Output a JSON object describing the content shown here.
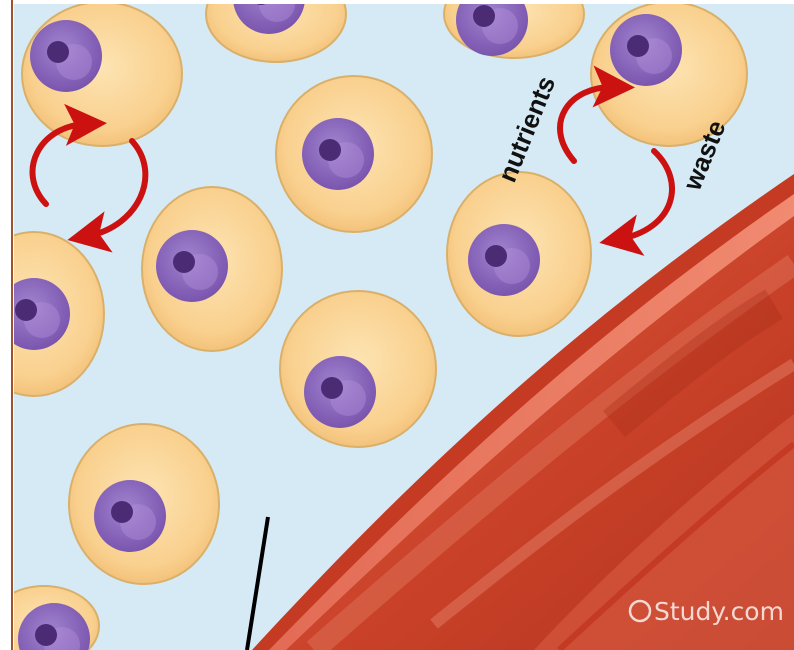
{
  "diagram": {
    "labels": {
      "nutrients": "nutrients",
      "waste": "waste"
    },
    "watermark": "Study.com"
  },
  "icons": {
    "exchange_arrows": "curved-red-arrows",
    "watermark_mark": "copyright-circle"
  },
  "colors": {
    "fluid_background": "#c9e3f3",
    "cell_fill": "#fad79a",
    "cell_edge": "#d9b06a",
    "nucleus": "#8663b6",
    "nucleolus": "#4b2c74",
    "vessel_wall": "#c53a22",
    "vessel_lumen": "#cf4f36",
    "arrow": "#cc1111",
    "frame_border": "#a0522d"
  }
}
